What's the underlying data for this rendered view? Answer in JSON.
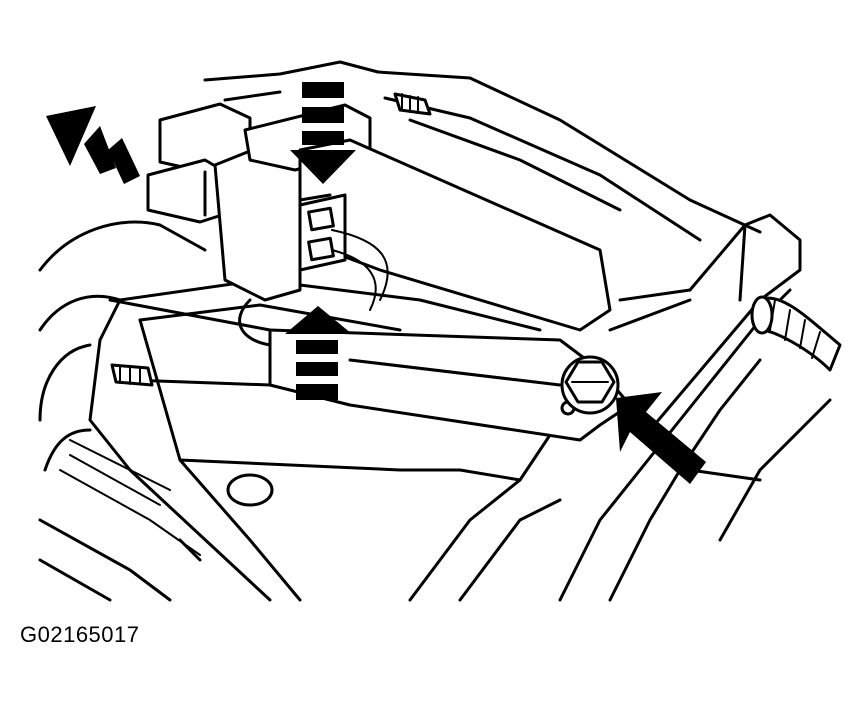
{
  "figure": {
    "id_label": "G02165017",
    "colors": {
      "ink": "#000000",
      "paper": "#ffffff"
    },
    "arrows": [
      {
        "name": "disconnect-arrow-left",
        "style": "dashed",
        "direction": "up-left"
      },
      {
        "name": "release-arrow-top",
        "style": "dashed",
        "direction": "down"
      },
      {
        "name": "release-arrow-bottom",
        "style": "dashed",
        "direction": "up"
      },
      {
        "name": "bolt-arrow",
        "style": "solid",
        "direction": "up-left"
      }
    ]
  }
}
